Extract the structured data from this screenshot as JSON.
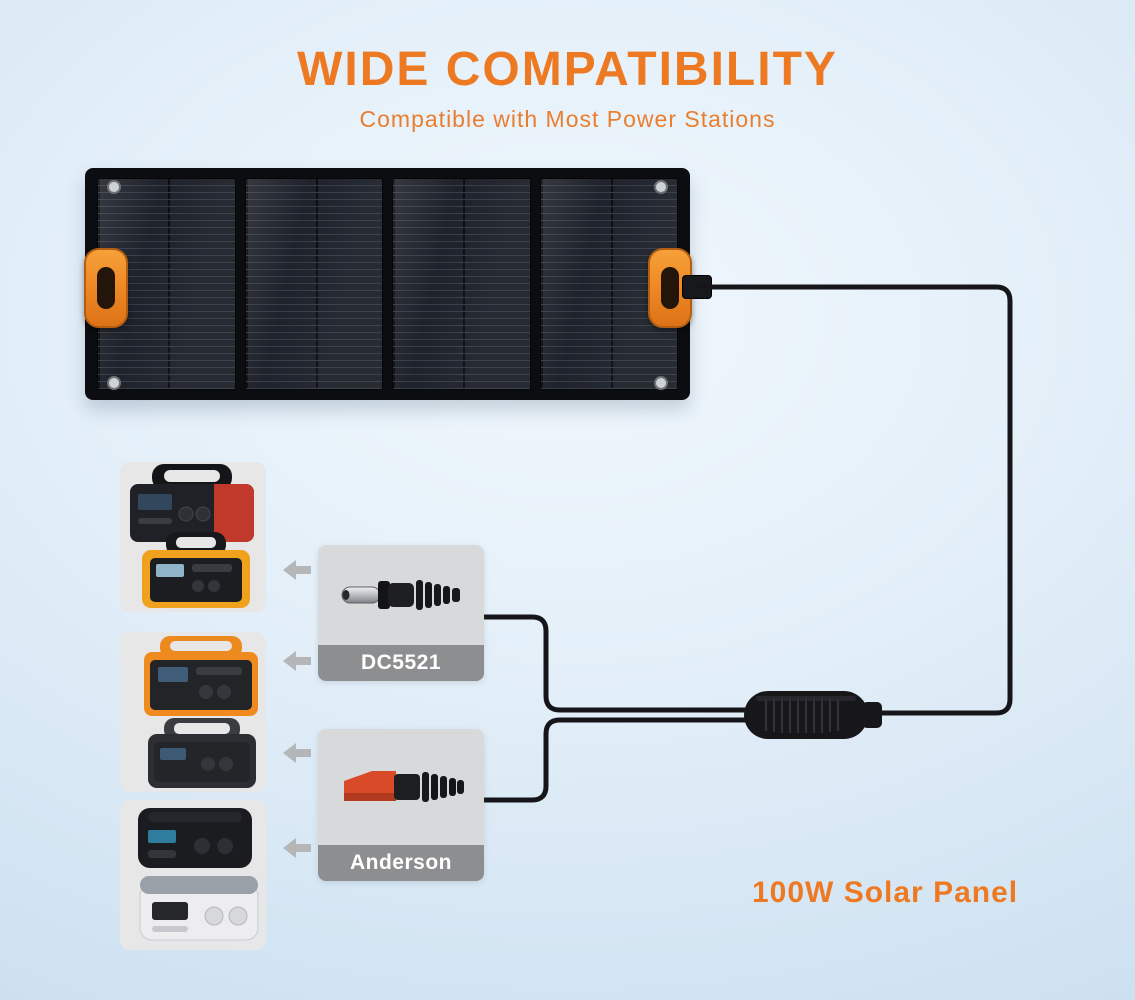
{
  "header": {
    "title": "WIDE COMPATIBILITY",
    "subtitle": "Compatible with Most Power Stations"
  },
  "connector_boxes": [
    {
      "id": "dc5521",
      "label": "DC5521",
      "icon": "dc5521-plug-icon"
    },
    {
      "id": "anderson",
      "label": "Anderson",
      "icon": "anderson-plug-icon"
    }
  ],
  "caption": "100W Solar  Panel",
  "solar_panel": {
    "sections": 4,
    "icon": "foldable-solar-panel-image",
    "handle_color": "#EF8A26"
  },
  "power_stations": [
    {
      "icon": "power-station-black-red-image"
    },
    {
      "icon": "power-station-yellow-image"
    },
    {
      "icon": "power-station-orange-image"
    },
    {
      "icon": "power-station-dark-gray-image"
    },
    {
      "icon": "power-station-black-image"
    },
    {
      "icon": "power-station-white-image"
    }
  ],
  "arrows": {
    "count": 4,
    "icon": "arrow-left-icon",
    "color": "#b4b6b8"
  },
  "colors": {
    "accent_orange": "#ED7A23",
    "cable_black": "#16161a",
    "connector_box_bg": "#d8d9da",
    "label_bar_bg": "#8d8e90",
    "label_text": "#ffffff",
    "background_blue": "#cfe2f1",
    "panel_frame": "#0c0d10"
  }
}
